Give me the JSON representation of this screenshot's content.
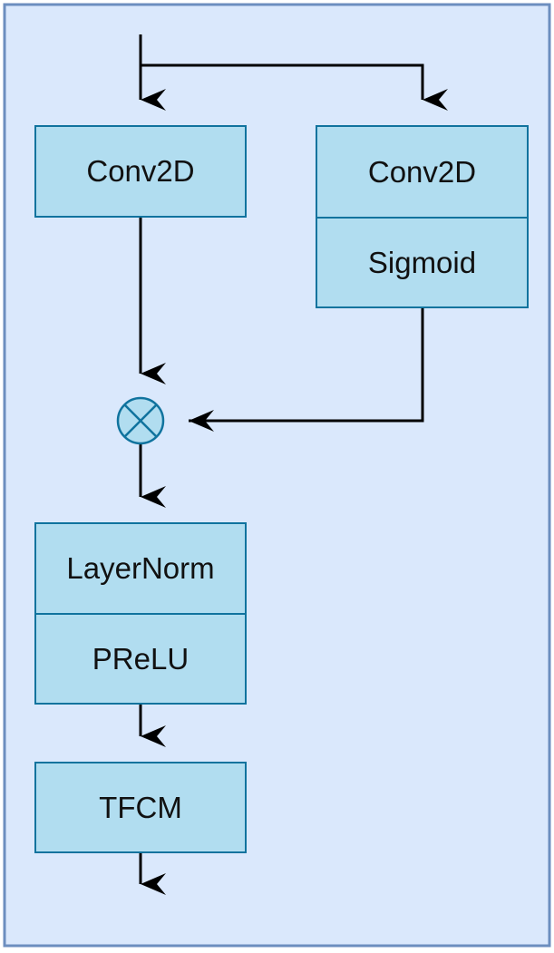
{
  "colors": {
    "canvas_fill": "#dae8fc",
    "canvas_border": "#6c8ebf",
    "block_fill": "#b1ddf0",
    "block_border": "#10739e",
    "arrow": "#000000",
    "multiply_fill": "#b1ddf0"
  },
  "blocks": {
    "conv2d_left": "Conv2D",
    "conv2d_right": "Conv2D",
    "sigmoid": "Sigmoid",
    "layernorm": "LayerNorm",
    "prelu": "PReLU",
    "tfcm": "TFCM"
  },
  "operators": {
    "multiply": {
      "symbol": "multiply-circle-icon"
    }
  }
}
